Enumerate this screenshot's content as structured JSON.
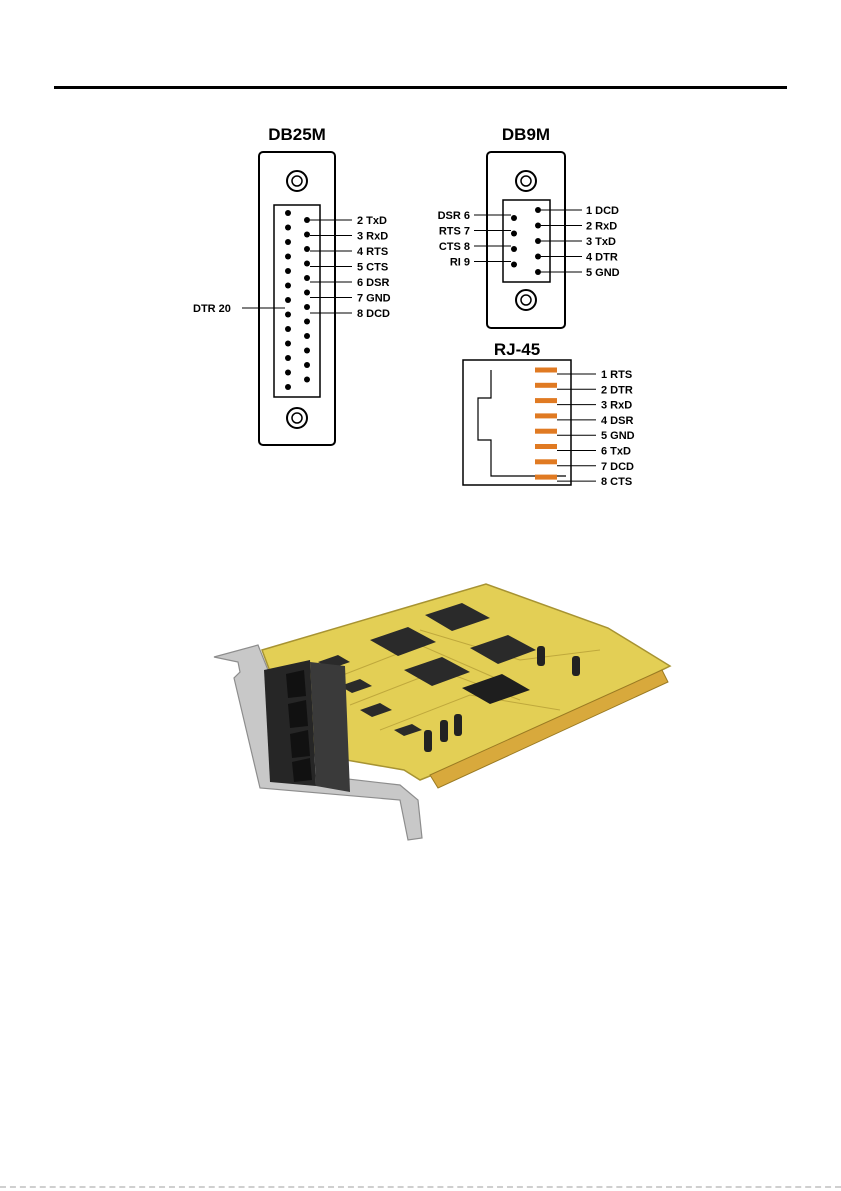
{
  "db25": {
    "title": "DB25M",
    "pins": [
      {
        "label": "2 TxD"
      },
      {
        "label": "3 RxD"
      },
      {
        "label": "4 RTS"
      },
      {
        "label": "5 CTS"
      },
      {
        "label": "6 DSR"
      },
      {
        "label": "7 GND"
      },
      {
        "label": "8 DCD"
      }
    ],
    "left_label": "DTR 20"
  },
  "db9": {
    "title": "DB9M",
    "right_pins": [
      {
        "label": "1 DCD"
      },
      {
        "label": "2 RxD"
      },
      {
        "label": "3 TxD"
      },
      {
        "label": "4 DTR"
      },
      {
        "label": "5 GND"
      }
    ],
    "left_pins": [
      {
        "label": "DSR 6"
      },
      {
        "label": "RTS 7"
      },
      {
        "label": "CTS 8"
      },
      {
        "label": "RI 9"
      }
    ]
  },
  "rj45": {
    "title": "RJ-45",
    "pins": [
      {
        "label": "1 RTS"
      },
      {
        "label": "2 DTR"
      },
      {
        "label": "3 RxD"
      },
      {
        "label": "4 DSR"
      },
      {
        "label": "5 GND"
      },
      {
        "label": "6 TxD"
      },
      {
        "label": "7 DCD"
      },
      {
        "label": "8 CTS"
      }
    ],
    "contact_color": "#e07a22"
  },
  "card": {
    "pcb_color": "#e3cf55",
    "bracket_color": "#b9b9b9",
    "port_color": "#262626"
  }
}
